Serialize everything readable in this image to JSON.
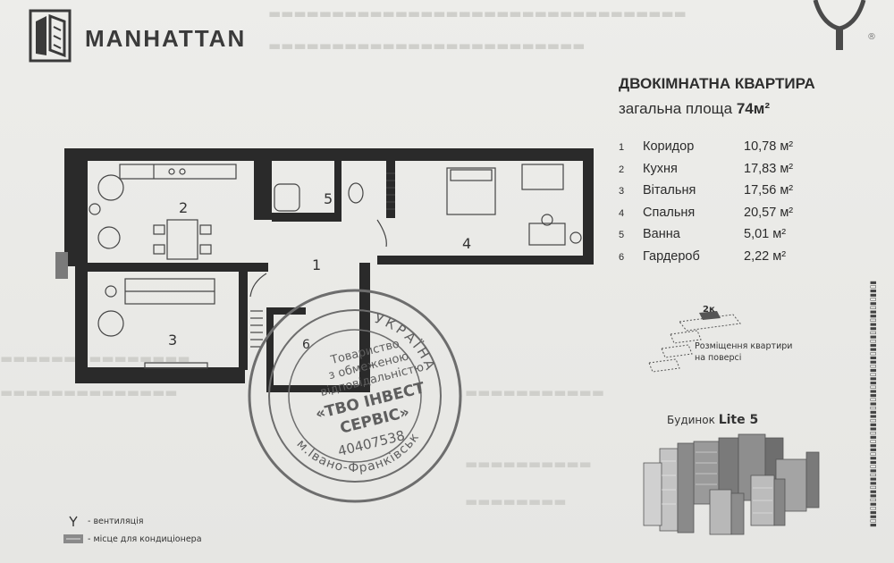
{
  "brand": {
    "name": "MANHATTAN",
    "logo_icon": "manhattan-logo-icon",
    "corner_icon": "developer-mark-icon",
    "registered": "®"
  },
  "header": {
    "title": "ДВОКІМНАТНА КВАРТИРА",
    "area_label": "загальна площа",
    "area_value": "74м²"
  },
  "rooms": [
    {
      "num": "1",
      "name": "Коридор",
      "area": "10,78 м²"
    },
    {
      "num": "2",
      "name": "Кухня",
      "area": "17,83 м²"
    },
    {
      "num": "3",
      "name": "Вітальня",
      "area": "17,56 м²"
    },
    {
      "num": "4",
      "name": "Спальня",
      "area": "20,57 м²"
    },
    {
      "num": "5",
      "name": "Ванна",
      "area": "5,01 м²"
    },
    {
      "num": "6",
      "name": "Гардероб",
      "area": "2,22 м²"
    }
  ],
  "plan_labels": {
    "r1": "1",
    "r2": "2",
    "r3": "3",
    "r4": "4",
    "r5": "5",
    "r6": "6"
  },
  "stamp": {
    "line1": "Товариство",
    "line2": "з обмеженою",
    "line3": "відповідальністю",
    "line4": "«ТВО ІНВЕСТ",
    "line5": "СЕРВІС»",
    "code": "40407538",
    "ring_top": "УКРАЇНА",
    "ring_bottom": "м.Івано-Франківськ"
  },
  "location": {
    "floor_label": "2к",
    "caption_line1": "Розміщення квартири",
    "caption_line2": "на поверсі"
  },
  "building": {
    "label": "Будинок",
    "name": "Lite 5"
  },
  "legend": [
    {
      "icon": "ventilation-icon",
      "text": "- вентиляція"
    },
    {
      "icon": "air-conditioner-place-icon",
      "text": "- місце для кондиціонера"
    }
  ],
  "colors": {
    "wall": "#2a2a2a",
    "paper": "#ebebe8",
    "text": "#2e2e2e",
    "stamp": "#6d6d6d"
  }
}
